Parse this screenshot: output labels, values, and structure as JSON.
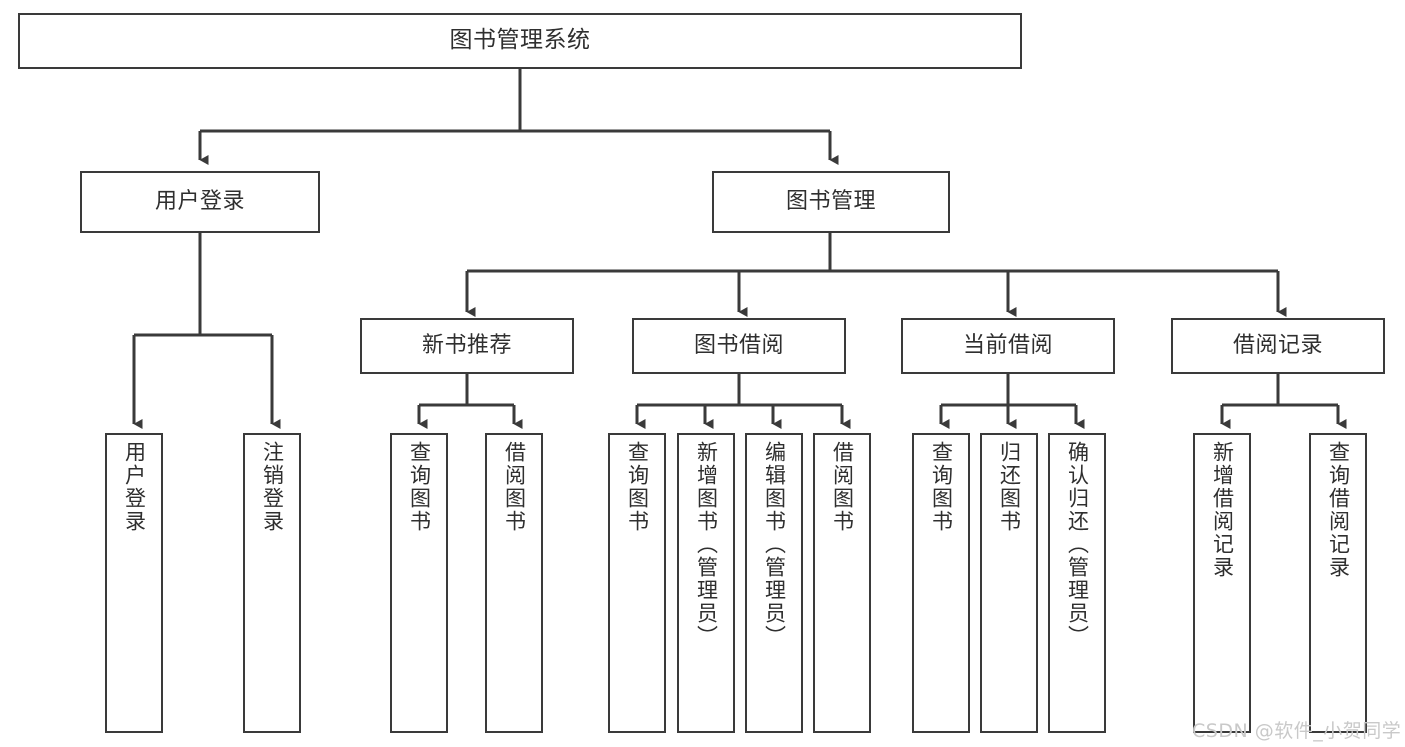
{
  "diagram": {
    "title": "图书管理系统",
    "type": "hierarchy-tree",
    "background_color": "#ffffff",
    "line_color": "#3a3a3a",
    "text_color": "#2f2f2f",
    "root": {
      "label": "图书管理系统"
    },
    "level2": [
      {
        "label": "用户登录"
      },
      {
        "label": "图书管理"
      }
    ],
    "level3": [
      {
        "label": "新书推荐"
      },
      {
        "label": "图书借阅"
      },
      {
        "label": "当前借阅"
      },
      {
        "label": "借阅记录"
      }
    ],
    "leaves": {
      "user_login": [
        {
          "label": "用户登录"
        },
        {
          "label": "注销登录"
        }
      ],
      "new_book_recommend": [
        {
          "label": "查询图书"
        },
        {
          "label": "借阅图书"
        }
      ],
      "book_borrow": [
        {
          "label": "查询图书"
        },
        {
          "label": "新增图书（管理员）"
        },
        {
          "label": "编辑图书（管理员）"
        },
        {
          "label": "借阅图书"
        }
      ],
      "current_borrow": [
        {
          "label": "查询图书"
        },
        {
          "label": "归还图书"
        },
        {
          "label": "确认归还（管理员）"
        }
      ],
      "borrow_records": [
        {
          "label": "新增借阅记录"
        },
        {
          "label": "查询借阅记录"
        }
      ]
    },
    "watermark": "CSDN @软件_小贺同学"
  }
}
